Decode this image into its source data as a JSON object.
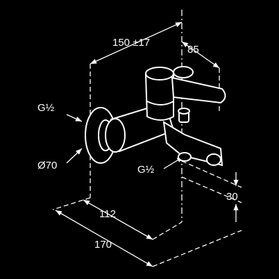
{
  "drawing": {
    "dimensions": {
      "width_range": "150 ±17",
      "depth": "85",
      "thread_top": "G½",
      "rosette_diameter": "Ø70",
      "thread_outlet": "G½",
      "spout_height": "30",
      "length_short": "112",
      "length_total": "170"
    }
  }
}
